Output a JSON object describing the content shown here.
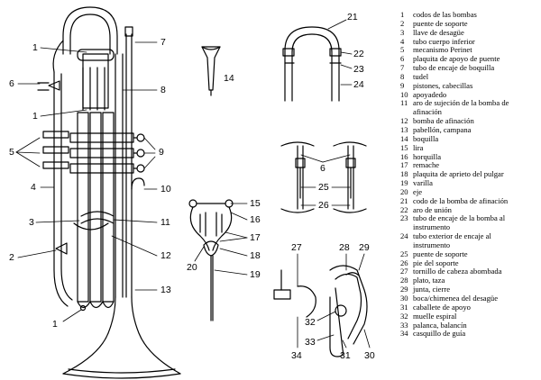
{
  "callouts": {
    "c1a": "1",
    "c6": "6",
    "c1b": "1",
    "c5": "5",
    "c4": "4",
    "c3": "3",
    "c2": "2",
    "c1c": "1",
    "c7": "7",
    "c8": "8",
    "c9": "9",
    "c10": "10",
    "c11": "11",
    "c12": "12",
    "c13": "13",
    "c14": "14",
    "c15": "15",
    "c16": "16",
    "c17": "17",
    "c18": "18",
    "c19": "19",
    "c20": "20",
    "c21": "21",
    "c22": "22",
    "c23": "23",
    "c24": "24",
    "c6b": "6",
    "c25": "25",
    "c26": "26",
    "c27": "27",
    "c28": "28",
    "c29": "29",
    "c32": "32",
    "c33": "33",
    "c34": "34",
    "c31": "31",
    "c30": "30"
  },
  "legend": [
    {
      "n": "1",
      "text": "codos de las bombas"
    },
    {
      "n": "2",
      "text": "puente de soporte"
    },
    {
      "n": "3",
      "text": "llave de desagüe"
    },
    {
      "n": "4",
      "text": "tubo cuerpo inferior"
    },
    {
      "n": "5",
      "text": "mecanismo Perinet"
    },
    {
      "n": "6",
      "text": "plaquita de apoyo de puente"
    },
    {
      "n": "7",
      "text": "tubo de encaje de boquilla"
    },
    {
      "n": "8",
      "text": "tudel"
    },
    {
      "n": "9",
      "text": "pistones, cabecillas"
    },
    {
      "n": "10",
      "text": "apoyadedo"
    },
    {
      "n": "11",
      "text": "aro de sujeción de la bomba de",
      "cont": "afinación"
    },
    {
      "n": "12",
      "text": "bomba de afinación"
    },
    {
      "n": "13",
      "text": "pabellón, campana"
    },
    {
      "n": "14",
      "text": "boquilla"
    },
    {
      "n": "15",
      "text": "lira"
    },
    {
      "n": "16",
      "text": "horquilla"
    },
    {
      "n": "17",
      "text": "remache"
    },
    {
      "n": "18",
      "text": "plaquita de aprieto del pulgar"
    },
    {
      "n": "19",
      "text": "varilla"
    },
    {
      "n": "20",
      "text": "eje"
    },
    {
      "n": "21",
      "text": "codo de la bomba de afinación"
    },
    {
      "n": "22",
      "text": "aro de unión"
    },
    {
      "n": "23",
      "text": "tubo de encaje de la bomba al",
      "cont": "instrumento"
    },
    {
      "n": "24",
      "text": "tubo exterior de encaje al",
      "cont": "instrumento"
    },
    {
      "n": "25",
      "text": "puente de soporte"
    },
    {
      "n": "26",
      "text": "pie del soporte"
    },
    {
      "n": "27",
      "text": "tornillo de cabeza abombada"
    },
    {
      "n": "28",
      "text": "plato, taza"
    },
    {
      "n": "29",
      "text": "junta, cierre"
    },
    {
      "n": "30",
      "text": "boca/chimenea del desagüe"
    },
    {
      "n": "31",
      "text": "caballete de apoyo"
    },
    {
      "n": "32",
      "text": "muelle espiral"
    },
    {
      "n": "33",
      "text": "palanca, balancín"
    },
    {
      "n": "34",
      "text": "casquillo de guía"
    }
  ]
}
